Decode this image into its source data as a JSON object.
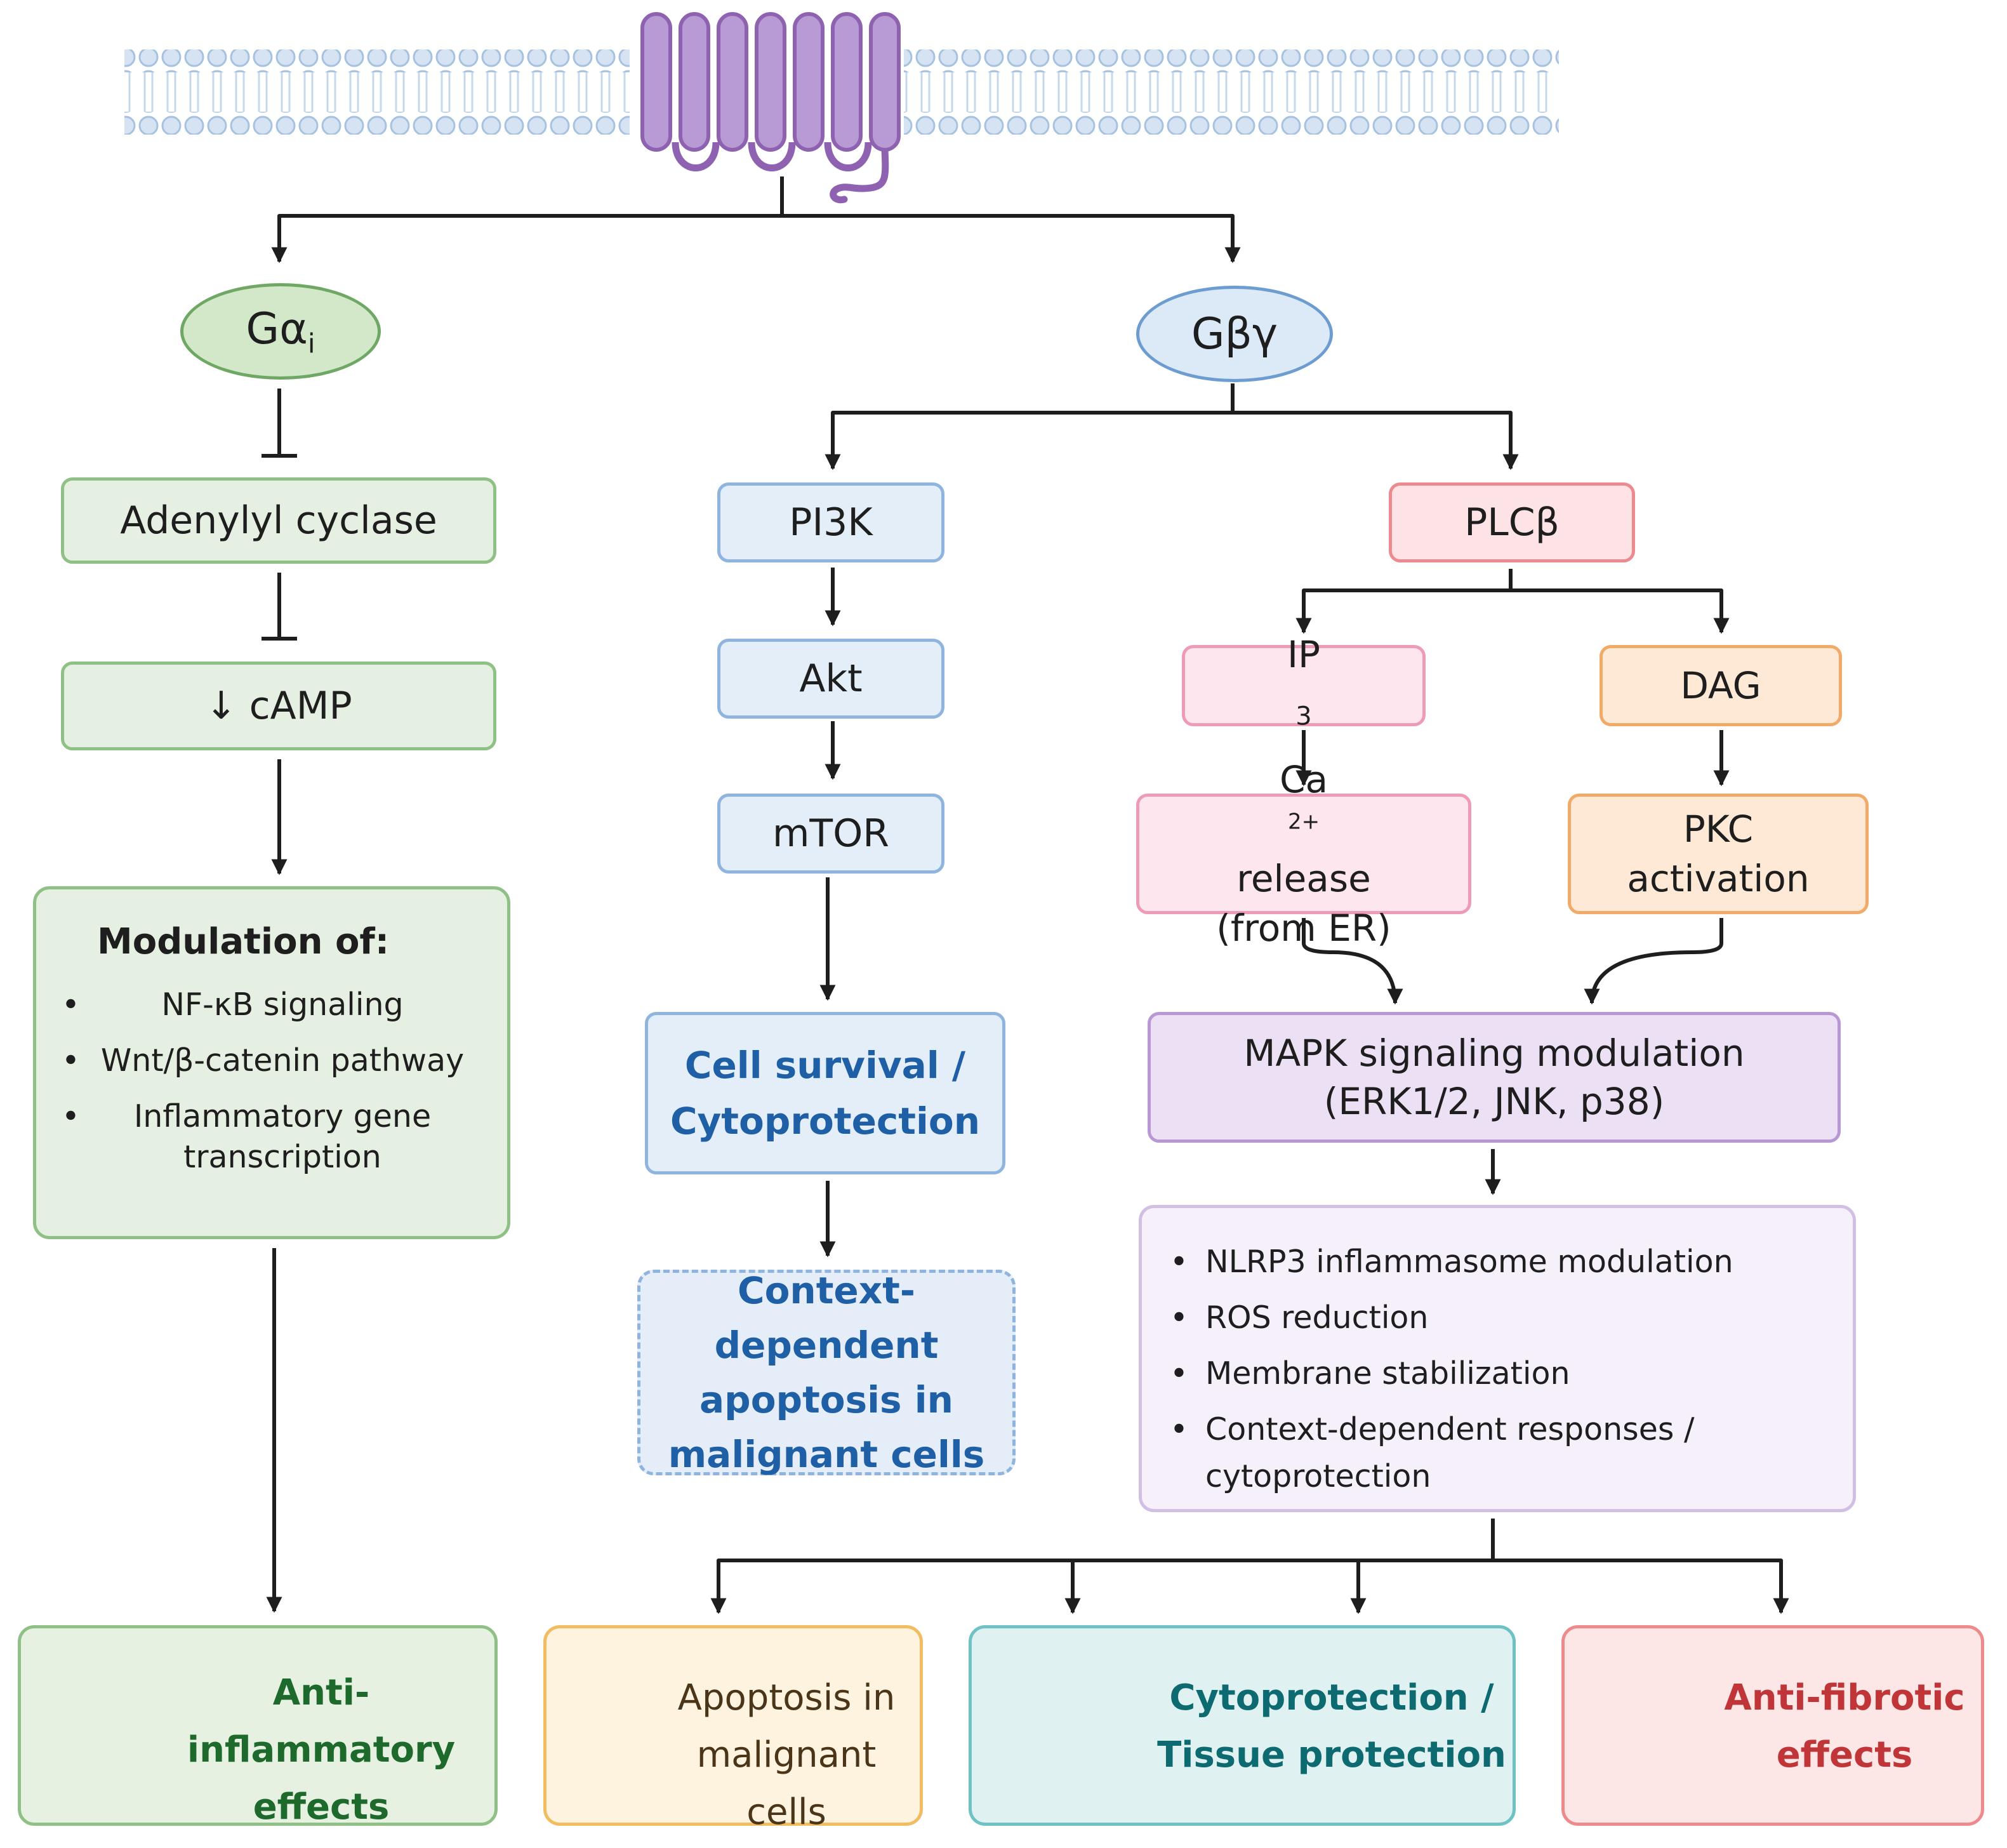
{
  "nodes": {
    "g_alpha_i": {
      "base": "Gα",
      "sub": "i"
    },
    "g_beta_gamma": "Gβγ",
    "adenylyl_cyclase": "Adenylyl cyclase",
    "camp": "↓ cAMP",
    "modulation_box": {
      "title": "Modulation of:",
      "items": [
        "NF-κB signaling",
        "Wnt/β-catenin pathway",
        "Inflammatory gene transcription"
      ]
    },
    "pi3k": "PI3K",
    "akt": "Akt",
    "mtor": "mTOR",
    "cell_survival": {
      "line1": "Cell survival /",
      "line2": "Cytoprotection"
    },
    "context_apoptosis": {
      "line1": "Context-dependent",
      "line2": "apoptosis in",
      "line3": "malignant cells"
    },
    "plc_beta": "PLCβ",
    "ip3": {
      "base": "IP",
      "sub": "3"
    },
    "dag": "DAG",
    "ca_release": {
      "base": "Ca",
      "sup": "2+",
      "rest": " release",
      "line2": "(from ER)"
    },
    "pkc": {
      "line1": "PKC",
      "line2": "activation"
    },
    "mapk": {
      "line1": "MAPK signaling modulation",
      "line2": "(ERK1/2, JNK, p38)"
    },
    "effects_list": [
      "NLRP3 inflammasome modulation",
      "ROS reduction",
      "Membrane stabilization",
      "Context-dependent responses / cytoprotection"
    ]
  },
  "outcomes": [
    {
      "line1": "Anti-inflammatory",
      "line2": "effects",
      "icon": "shield-icon",
      "color": "#1d6a2c"
    },
    {
      "line1": "Apoptosis in",
      "line2": "malignant cells",
      "icon": "cell-cluster-icon",
      "color": "#4a3518"
    },
    {
      "line1": "Cytoprotection /",
      "line2": "Tissue protection",
      "icon": "eye-icon",
      "color": "#0d6a70"
    },
    {
      "line1": "Anti-fibrotic",
      "line2": "effects",
      "icon": "fibroblast-icon",
      "color": "#c03638"
    }
  ],
  "colors": {
    "membrane": "#bcd3ea",
    "receptor": "#8e62b0",
    "green": "#8fc085",
    "blue": "#8fb4de",
    "red": "#ec8a8f",
    "orange": "#f2aa68",
    "purple": "#b897d4"
  }
}
